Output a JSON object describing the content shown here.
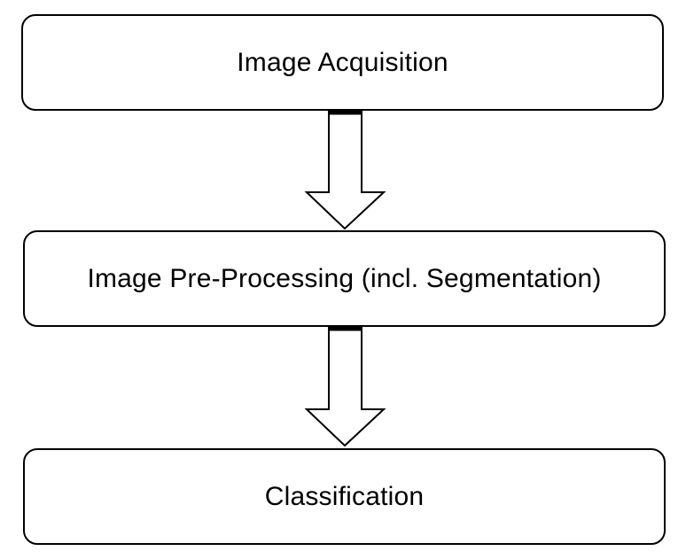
{
  "diagram": {
    "steps": [
      {
        "label": "Image Acquisition"
      },
      {
        "label": "Image Pre-Processing (incl. Segmentation)"
      },
      {
        "label": "Classification"
      }
    ],
    "colors": {
      "stroke": "#000000",
      "fill": "#ffffff"
    },
    "connectors": [
      {
        "from": "Image Acquisition",
        "to": "Image Pre-Processing (incl. Segmentation)",
        "style": "hollow-block-arrow-down"
      },
      {
        "from": "Image Pre-Processing (incl. Segmentation)",
        "to": "Classification",
        "style": "hollow-block-arrow-down"
      }
    ]
  }
}
